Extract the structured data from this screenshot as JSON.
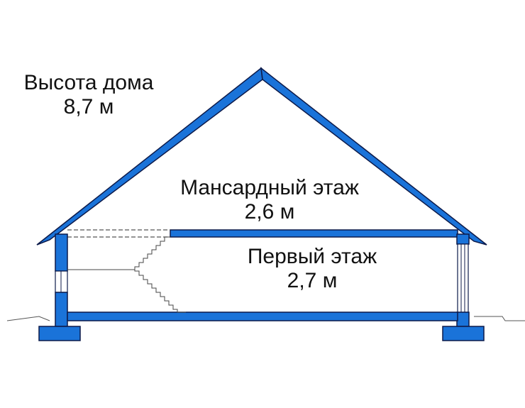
{
  "colors": {
    "wall_fill": "#1a73d9",
    "outline": "#0c1a4a",
    "background": "#ffffff"
  },
  "labels": {
    "house_height": {
      "title": "Высота дома",
      "value": "8,7 м"
    },
    "attic_floor": {
      "title": "Мансардный этаж",
      "value": "2,6 м"
    },
    "first_floor": {
      "title": "Первый этаж",
      "value": "2,7 м"
    }
  }
}
